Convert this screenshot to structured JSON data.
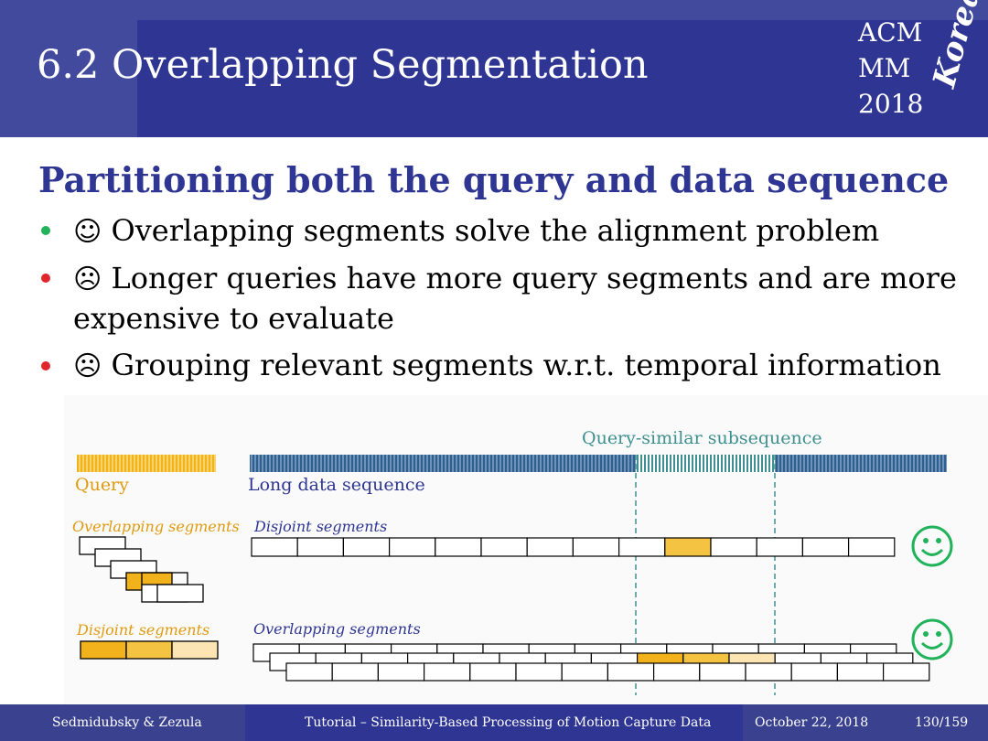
{
  "header": {
    "title": "6.2 Overlapping Segmentation",
    "logo_line1": "ACM",
    "logo_line2": "MM",
    "logo_line3": "2018",
    "logo_script": "Korea"
  },
  "subtitle": "Partitioning both the query and data sequence",
  "bullets": [
    {
      "icon": "smile-icon",
      "face": "☺",
      "text": "Overlapping segments solve the alignment problem",
      "color": "#21b35a"
    },
    {
      "icon": "frown-icon",
      "face": "☹",
      "text": "Longer queries have more query segments and are more",
      "text2": "expensive to evaluate",
      "color": "#e0262a"
    },
    {
      "icon": "frown-icon",
      "face": "☹",
      "text": "Grouping relevant segments w.r.t. temporal information",
      "color": "#e0262a"
    }
  ],
  "diagram": {
    "query_label": "Query",
    "long_data_label": "Long data sequence",
    "query_similar_label": "Query-similar subsequence",
    "row1_left_label": "Overlapping segments",
    "row1_right_label": "Disjoint segments",
    "row2_left_label": "Disjoint segments",
    "row2_right_label": "Overlapping segments",
    "colors": {
      "query": "#f2b21b",
      "data": "#2e5f8e",
      "similar": "#3e8f8f",
      "segment_highlight": "#f5c342",
      "segment_light": "#fde5b3",
      "smiley": "#21b35a",
      "blue_label": "#2e3592",
      "orange_label": "#e09a10"
    }
  },
  "footer": {
    "authors": "Sedmidubsky & Zezula",
    "talk": "Tutorial – Similarity-Based Processing of Motion Capture Data",
    "date": "October 22, 2018",
    "page": "130/159"
  }
}
